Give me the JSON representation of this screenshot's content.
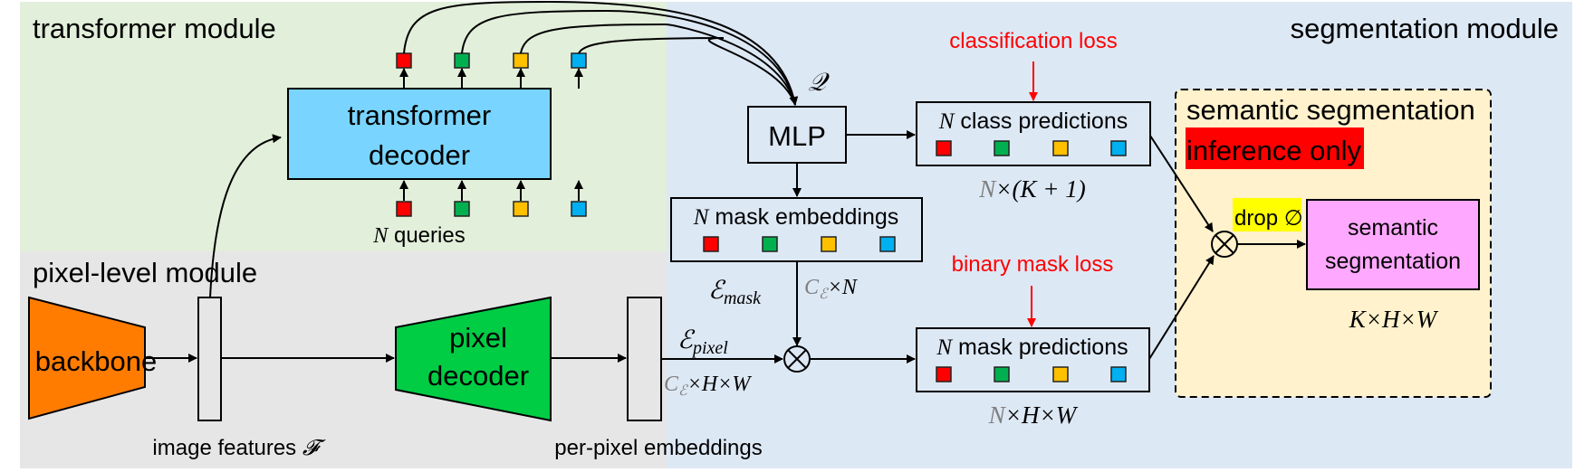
{
  "modules": {
    "transformer": {
      "title": "transformer module",
      "bg": "#e2efda"
    },
    "pixel_level": {
      "title": "pixel-level module",
      "bg": "#e6e6e6"
    },
    "segmentation": {
      "title": "segmentation module",
      "bg": "#dde8f5"
    }
  },
  "blocks": {
    "backbone": {
      "label": "backbone",
      "color": "#ff7c00"
    },
    "image_features": {
      "caption_text": "image features ",
      "caption_symbol": "𝓕"
    },
    "pixel_decoder": {
      "line1": "pixel",
      "line2": "decoder",
      "color": "#00cc44"
    },
    "per_pixel": {
      "caption": "per-pixel embeddings"
    },
    "transformer_decoder": {
      "line1": "transformer",
      "line2": "decoder",
      "color": "#79d5ff"
    },
    "queries": {
      "n": "N",
      "label": " queries"
    },
    "mlp": {
      "label": "MLP",
      "q_symbol": "𝒬"
    },
    "class_predictions": {
      "n": "N",
      "label": " class predictions",
      "shape_n": "N",
      "shape_rest": "×(K + 1)"
    },
    "mask_embeddings": {
      "n": "N",
      "label": " mask embeddings",
      "symbol_main": "ℰ",
      "symbol_sub": "mask",
      "dim_c": "C",
      "dim_c_sub": "ℰ",
      "dim_rest": "×N"
    },
    "pixel_embed_symbol": {
      "symbol_main": "ℰ",
      "symbol_sub": "pixel",
      "dim_c": "C",
      "dim_c_sub": "ℰ",
      "dim_rest": "×H×W"
    },
    "mask_predictions": {
      "n": "N",
      "label": " mask predictions",
      "shape_n": "N",
      "shape_rest": "×H×W"
    },
    "classification_loss": {
      "label": "classification loss"
    },
    "binary_mask_loss": {
      "label": "binary mask loss"
    },
    "semantic_box": {
      "title": "semantic segmentation",
      "badge": "inference only",
      "badge_color": "#ff0000",
      "bg": "#fff2cc"
    },
    "drop": {
      "label": "drop ∅",
      "color": "#ffff00"
    },
    "semantic_output": {
      "line1": "semantic",
      "line2": "segmentation",
      "color": "#ffa8ff",
      "shape": "K×H×W"
    }
  },
  "query_colors": [
    "#ff0000",
    "#00b050",
    "#ffc000",
    "#00b0f0"
  ],
  "multiply_symbol": "⊗"
}
